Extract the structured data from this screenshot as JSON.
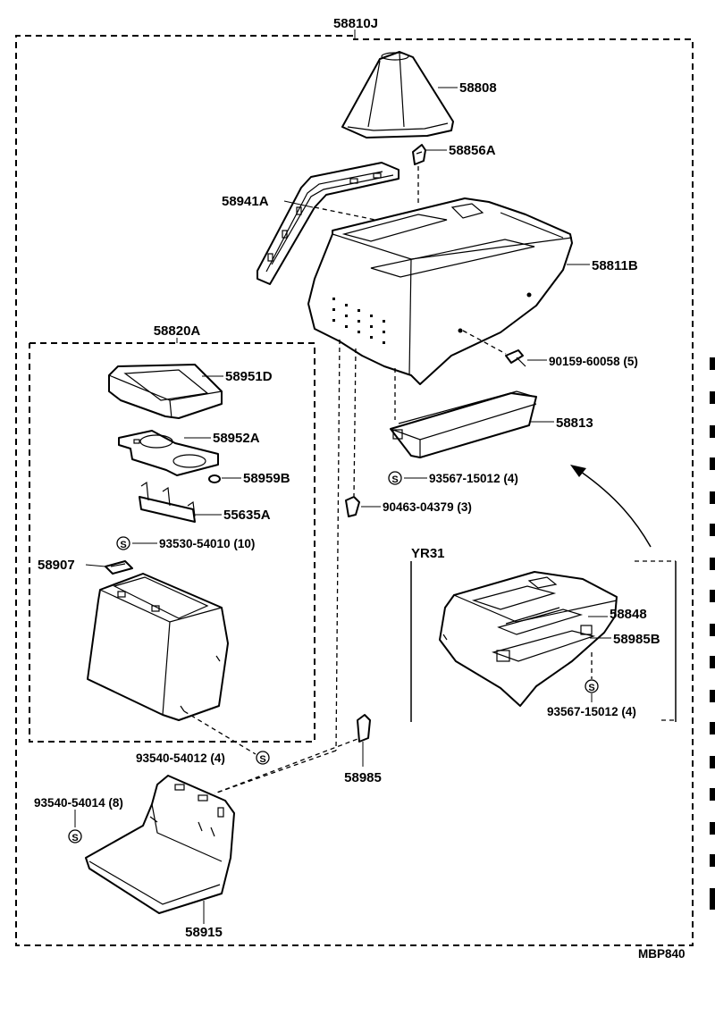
{
  "labels": {
    "assembly": "58810J",
    "boot": "58808",
    "clip_top": "58856A",
    "side_rail": "58941A",
    "console_body": "58811B",
    "screw": "90159-60058 (5)",
    "tray": "58813",
    "screw_tray": "93567-15012 (4)",
    "clip_mid": "90463-04379 (3)",
    "sub_assembly": "58820A",
    "lid_cover": "58951D",
    "cup_holder": "58952A",
    "cap": "58959B",
    "hinge": "55635A",
    "screw_lid": "93530-54010 (10)",
    "latch": "58907",
    "screw_box": "93540-54012 (4)",
    "clip_low": "58985",
    "screw_bracket": "93540-54014 (8)",
    "bracket": "58915",
    "variant": "YR31",
    "variant_tray": "58848",
    "variant_clip": "58985B",
    "variant_screw": "93567-15012 (4)",
    "drawing_code": "MBP840"
  },
  "symbols": {
    "screw_mark": "S"
  }
}
